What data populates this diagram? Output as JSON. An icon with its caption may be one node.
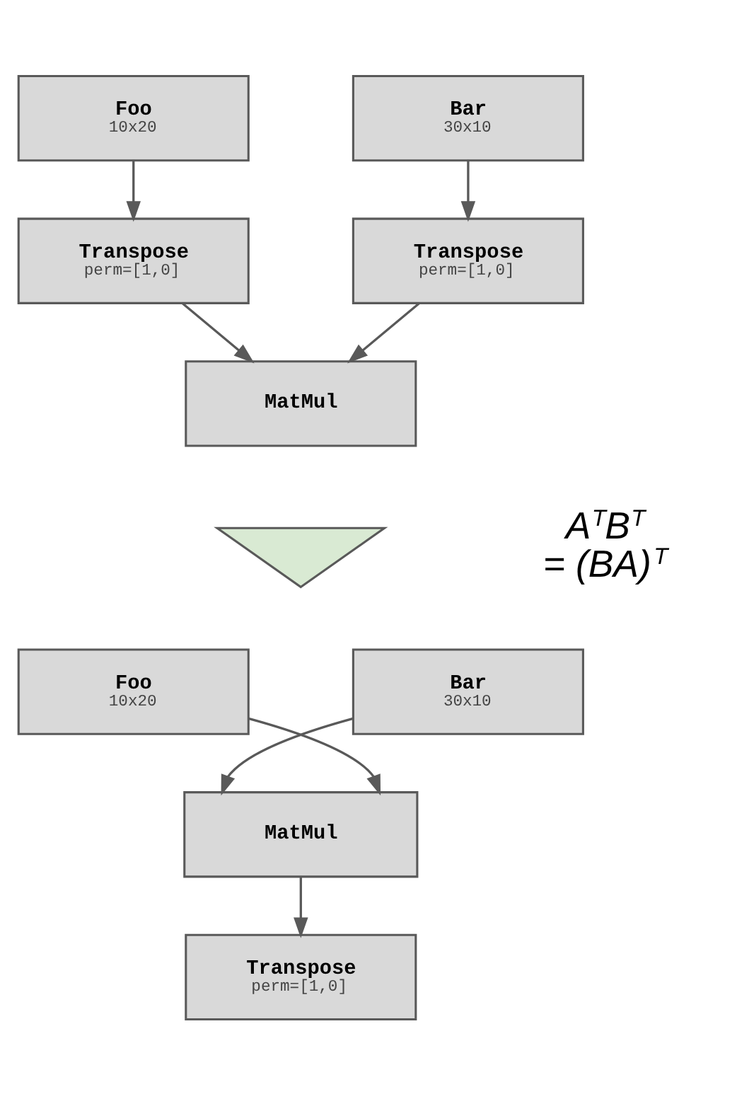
{
  "diagram": {
    "nodes": [
      {
        "text": [
          "Foo",
          "10x20"
        ]
      },
      {
        "text": [
          "Bar",
          "30x10"
        ]
      },
      {
        "text": [
          "Transpose",
          "perm=[1,0]"
        ]
      },
      {
        "text": [
          "Transpose",
          "perm=[1,0]"
        ]
      },
      {
        "text": [
          "MatMul"
        ]
      },
      {
        "text": [],
        "shape": "arrow"
      },
      {
        "text": [
          "Foo",
          "10x20"
        ]
      },
      {
        "text": [
          "Bar",
          "30x10"
        ]
      },
      {
        "text": [
          "MatMul"
        ]
      },
      {
        "text": [
          "Transpose",
          "perm=[1,0]"
        ]
      }
    ],
    "edges": [
      {
        "from": 0,
        "to": 2,
        "arrow": "to"
      },
      {
        "from": 1,
        "to": 3,
        "arrow": "to"
      },
      {
        "from": 2,
        "to": 4,
        "arrow": "to"
      },
      {
        "from": 3,
        "to": 4,
        "arrow": "to"
      },
      {
        "from": 6,
        "to": 8,
        "arrow": "to"
      },
      {
        "from": 7,
        "to": 8,
        "arrow": "to"
      },
      {
        "from": 8,
        "to": 9,
        "arrow": "to"
      }
    ],
    "labels": [
      "A$^{T}$B$^{T}$ = (BA)$^{T}$"
    ]
  }
}
